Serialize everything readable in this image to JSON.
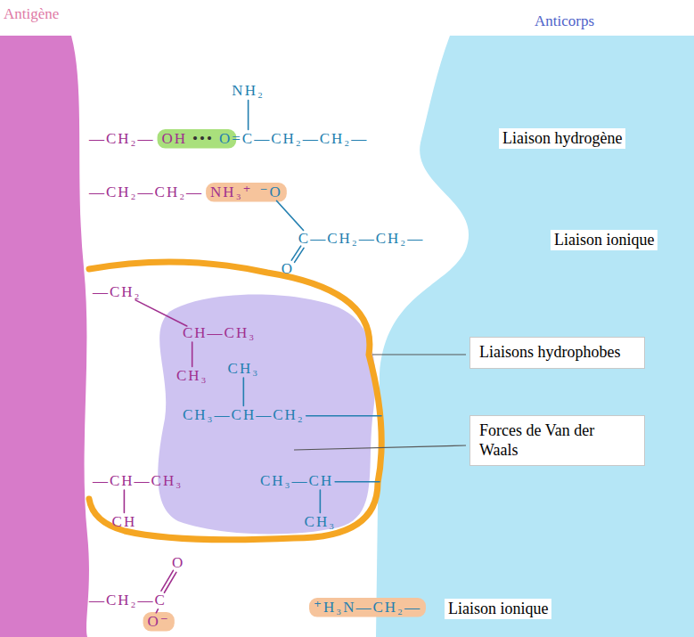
{
  "diagram": {
    "labels": [
      "Antigène",
      "Anticorps",
      "NH₂",
      "—CH₂—",
      "OH",
      "•••",
      "O",
      "=C—CH₂—CH₂—",
      "Liaison hydrogène",
      "—CH₂—CH₂—",
      "NH₃⁺",
      "⁻O",
      "C—CH₂—CH₂—",
      "O",
      "Liaison ionique",
      "—CH₂",
      "CH—CH₃",
      "CH₃",
      "CH₃",
      "CH₃—CH—CH₂",
      "—CH—CH₃",
      "CH₃—CH",
      "CH",
      "CH₃",
      "Liaisons hydrophobes",
      "Forces de Van der Waals",
      "O",
      "—CH₂—C",
      "O⁻",
      "⁺H₃N—CH₂—",
      "Liaison ionique"
    ]
  }
}
